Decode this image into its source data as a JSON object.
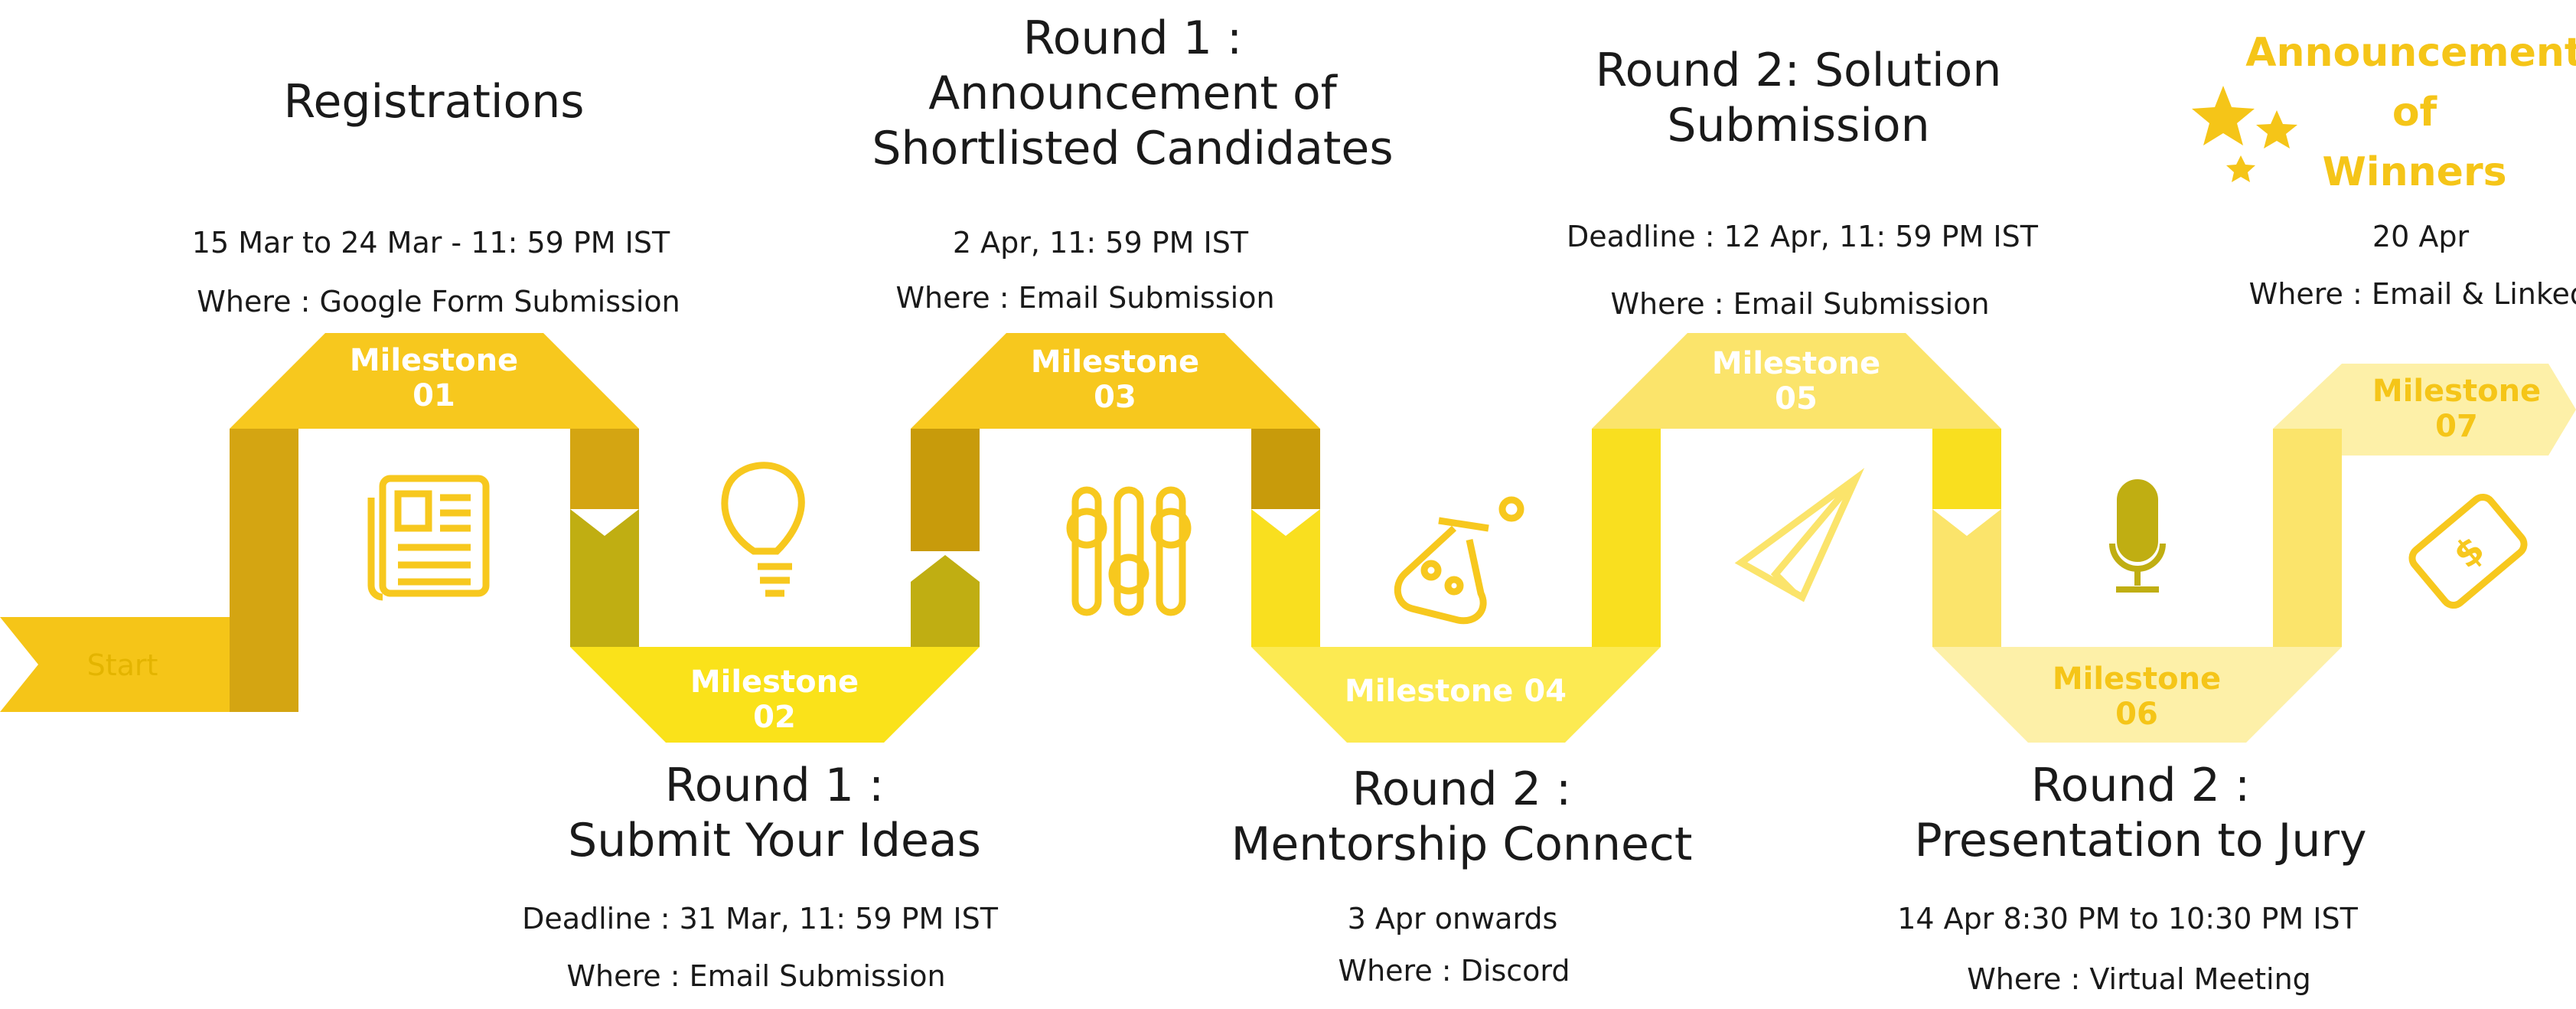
{
  "start_label": "Start",
  "milestones": [
    {
      "label": "Milestone\n01",
      "title": "Registrations",
      "date": "15 Mar to 24 Mar - 11: 59 PM IST",
      "where": "Where : Google Form Submission",
      "icon": "newspaper-icon"
    },
    {
      "label": "Milestone\n02",
      "title": "Round 1 :\nSubmit Your Ideas",
      "date": "Deadline : 31 Mar, 11: 59 PM IST",
      "where": "Where : Email Submission",
      "icon": "lightbulb-icon"
    },
    {
      "label": "Milestone\n03",
      "title": "Round 1 :\nAnnouncement of\nShortlisted Candidates",
      "date": "2 Apr, 11: 59 PM IST",
      "where": "Where : Email Submission",
      "icon": "sliders-icon"
    },
    {
      "label": "Milestone 04",
      "title": "Round 2 :\nMentorship Connect",
      "date": "3 Apr onwards",
      "where": "Where : Discord",
      "icon": "flask-icon"
    },
    {
      "label": "Milestone\n05",
      "title": "Round 2: Solution\nSubmission",
      "date": "Deadline : 12 Apr, 11: 59 PM IST",
      "where": "Where : Email Submission",
      "icon": "paper-plane-icon"
    },
    {
      "label": "Milestone\n06",
      "title": "Round 2 :\nPresentation to Jury",
      "date": "14 Apr 8:30 PM to 10:30 PM IST",
      "where": "Where : Virtual Meeting",
      "icon": "microphone-icon"
    },
    {
      "label": "Milestone\n07",
      "title": "Announcement\nof\nWinners",
      "date": "20 Apr",
      "where": "Where : Email & LinkedIn",
      "icon": "money-icon"
    }
  ],
  "colors": {
    "primary": "#f7c81e",
    "m1": "#f7c81e",
    "m2": "#fae21a",
    "m3": "#f7c81e",
    "m4": "#fcea52",
    "m5": "#fbe46b",
    "m6": "#fdf0a8",
    "m7": "#fdf0a8",
    "icon": "#f7c81e"
  }
}
